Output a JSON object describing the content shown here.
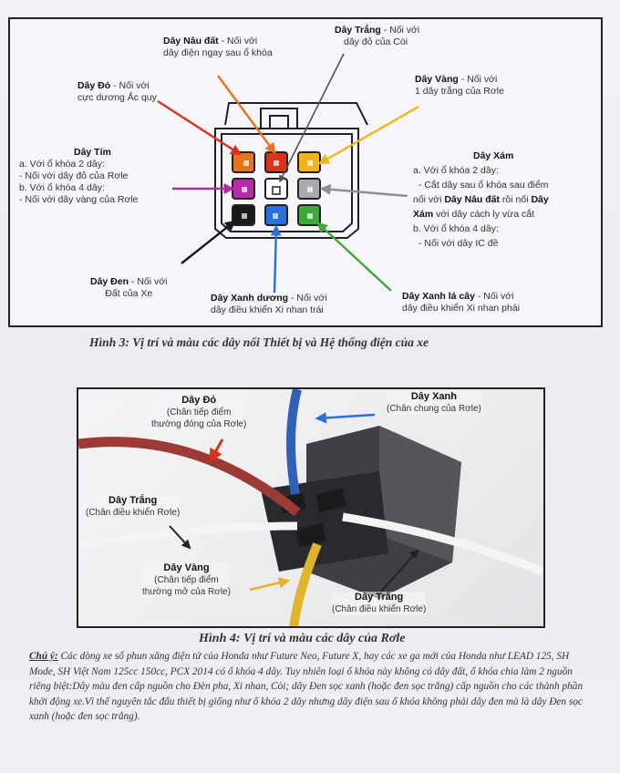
{
  "fig3": {
    "labels": {
      "nau_dat": {
        "name": "Dây Nâu đất",
        "desc1": " - Nối với",
        "desc2": "dây điện ngay sau ổ khóa"
      },
      "trang": {
        "name": "Dây Trắng",
        "desc1": " - Nối với",
        "desc2": "dây đỏ của Còi"
      },
      "do": {
        "name": "Dây Đỏ",
        "desc1": " - Nối với",
        "desc2": "cực dương Ắc quy"
      },
      "vang": {
        "name": "Dây Vàng",
        "desc1": " - Nối với",
        "desc2": "1 dây trắng của Rơle"
      },
      "tim": {
        "name": "Dây Tím",
        "l1": "a. Với ổ khóa 2 dây:",
        "l2": "- Nối với dây đỏ của Rơle",
        "l3": "b. Với ổ khóa 4 dây:",
        "l4": "- Nối với dây vàng của Rơle"
      },
      "xam": {
        "name": "Dây Xám",
        "l1": "a. Với ổ khóa 2 dây:",
        "l2": "- Cắt dây sau ổ khóa sau điểm",
        "l3a": "nối với ",
        "l3b": "Dây Nâu đất",
        "l3c": " rồi nối ",
        "l3d": "Dây",
        "l4a": "Xám",
        "l4b": " với dây cách ly vừa cắt",
        "l5": "b. Với ổ khóa 4 dây:",
        "l6": "- Nối với dây IC đề"
      },
      "den": {
        "name": "Dây Đen",
        "desc1": " - Nối với",
        "desc2": "Đất của Xe"
      },
      "xanh_duong": {
        "name": "Dây Xanh dương",
        "desc1": " - Nối với",
        "desc2": "dây điều khiển Xi nhan trái"
      },
      "xanh_la": {
        "name": "Dây Xanh lá cây",
        "desc1": " - Nối với",
        "desc2": "dây điều khiển Xi nhan phải"
      }
    },
    "pin_colors": {
      "top": [
        "#e8731f",
        "#d9331e",
        "#f2b41c"
      ],
      "mid": [
        "#b82aa8",
        "#ffffff",
        "#a9a9b0"
      ],
      "bot": [
        "#1a1a1a",
        "#2a6fdc",
        "#3ea83a"
      ]
    },
    "caption": "Hình 3: Vị trí và màu các dây nối Thiết bị và Hệ thống điện của xe"
  },
  "fig4": {
    "labels": {
      "do": {
        "name": "Dây Đỏ",
        "l1": "(Chân tiếp điểm",
        "l2": "thường đóng của Rơle)"
      },
      "xanh": {
        "name": "Dây Xanh",
        "l1": "(Chân chung của Rơle)"
      },
      "trang_left": {
        "name": "Dây Trắng",
        "l1": "(Chân điều khiển Rơle)"
      },
      "vang": {
        "name": "Dây Vàng",
        "l1": "(Chân tiếp điểm",
        "l2": "thường mở của Rơle)"
      },
      "trang_right": {
        "name": "Dây Trắng",
        "l1": "(Chân điều khiển Rơle)"
      }
    },
    "caption": "Hình 4: Vị trí và màu các dây của Rơle"
  },
  "note": {
    "title": "Chú ý:",
    "body": " Các dòng xe số phun xăng điện tử của Honda như Future Neo, Future X, hay các xe ga mới của Honda như LEAD 125, SH Mode, SH Việt Nam 125cc 150cc, PCX 2014 có ổ khóa 4 dây. Tuy nhiên loại ổ khóa này không có dây đất, ổ khóa chia làm 2 nguồn riêng biệt:Dây màu đen cấp nguồn cho Đèn pha, Xi nhan, Còi; dây Đen sọc xanh (hoặc đen sọc trắng) cấp nguồn cho các thành phần khởi động xe.Vì thế nguyên tắc đấu thiết bị giống như ổ khóa 2 dây nhưng dây điện sau ổ khóa không phải dây đen mà là dây Đen sọc xanh (hoặc đen sọc trắng)."
  }
}
